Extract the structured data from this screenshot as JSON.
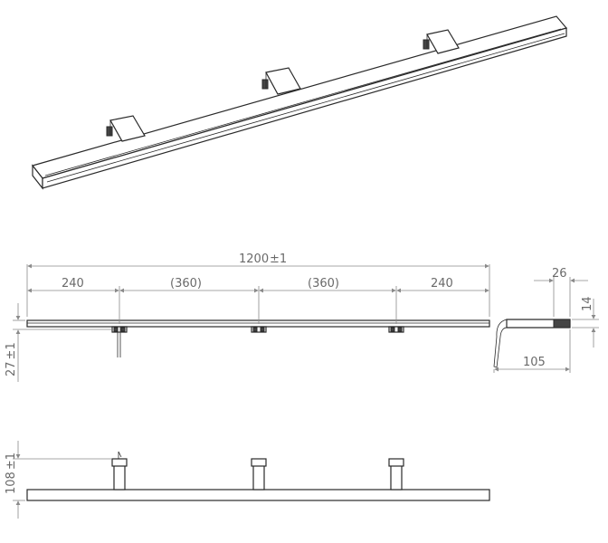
{
  "front_view": {
    "overall_length": "1200",
    "overall_tolerance": "±1",
    "segment_left": "240",
    "segment_mid1": "(360)",
    "segment_mid2": "(360)",
    "segment_right": "240",
    "drop_height": "27",
    "drop_tolerance": "±1"
  },
  "side_view": {
    "top_width": "26",
    "height": "14",
    "depth": "105"
  },
  "top_view": {
    "projection": "108",
    "projection_tolerance": "±1"
  }
}
